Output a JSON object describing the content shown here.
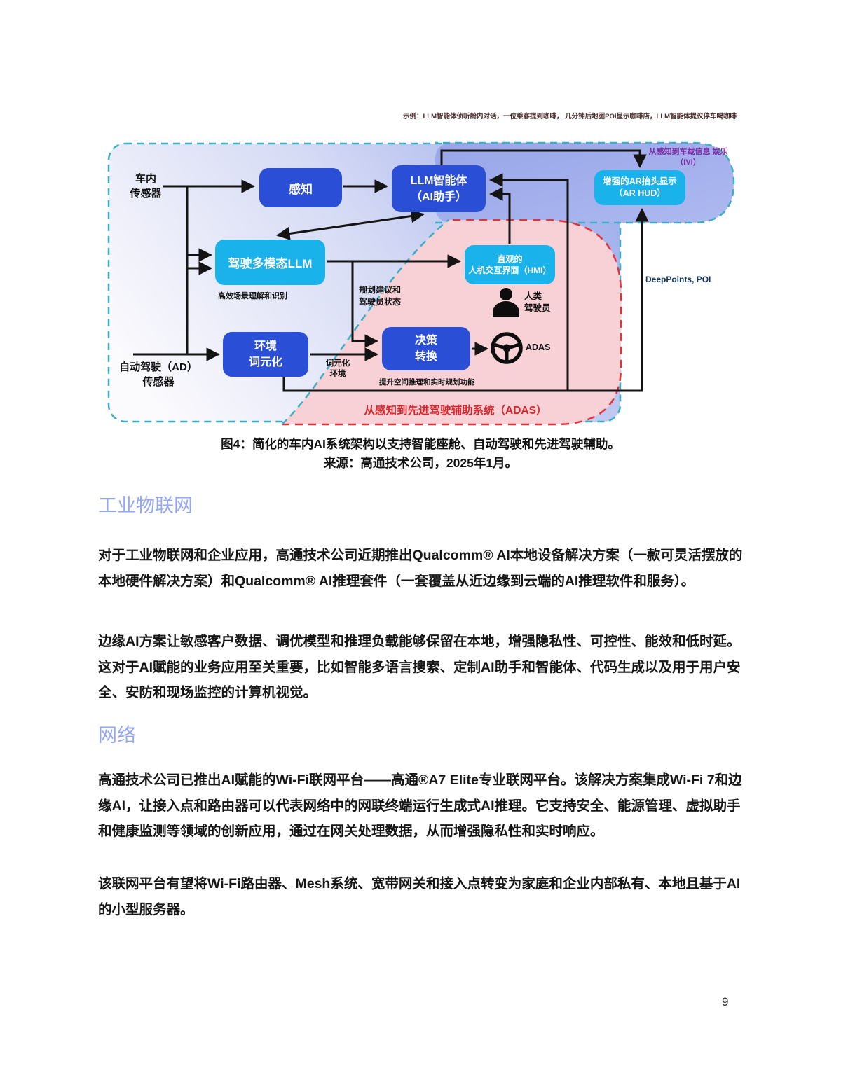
{
  "figure": {
    "note": {
      "line1": "示例：LLM智能体侦听舱内对话，一位乘客提到咖啡，",
      "line2": "几分钟后地图POI显示咖啡店，LLM智能体提议停车喝咖啡"
    },
    "regions": {
      "ivi": {
        "line1": "从感知到车载信息",
        "line2": "娱乐（IVI）"
      },
      "adas": {
        "label": "从感知到先进驾驶辅助系统（ADAS）"
      }
    },
    "nodes": {
      "perception": "感知",
      "llm_agent": {
        "line1": "LLM智能体",
        "line2": "（AI助手）"
      },
      "ar_hud": {
        "line1": "增强的AR抬头显示",
        "line2": "（AR HUD）"
      },
      "driving_llm": "驾驶多模态LLM",
      "hmi": {
        "line1": "直观的",
        "line2": "人机交互界面（HMI）"
      },
      "env_tokenization": {
        "line1": "环境",
        "line2": "词元化"
      },
      "decision": {
        "line1": "决策",
        "line2": "转换"
      }
    },
    "labels": {
      "in_cabin_sensors": {
        "line1": "车内",
        "line2": "传感器"
      },
      "ad_sensors": {
        "line1": "自动驾驶（AD）",
        "line2": "传感器"
      },
      "scene_understanding": "高效场景理解和识别",
      "planning": {
        "line1": "规划建议和",
        "line2": "驾驶员状态"
      },
      "tokenized_env": {
        "line1": "词元化",
        "line2": "环境"
      },
      "spatial_reasoning": "提升空间推理和实时规划功能",
      "human_driver": {
        "line1": "人类",
        "line2": "驾驶员"
      },
      "adas": "ADAS",
      "deeppoints": {
        "line1": "DeepPoints,",
        "line2": "POI"
      }
    },
    "caption": {
      "line1": "图4：简化的车内AI系统架构以支持智能座舱、自动驾驶和先进驾驶辅助。",
      "line2": "来源：高通技术公司，2025年1月。"
    }
  },
  "sections": {
    "iiot": {
      "heading": "工业物联网",
      "p1": "对于工业物联网和企业应用，高通技术公司近期推出Qualcomm® AI本地设备解决方案（一款可灵活摆放的本地硬件解决方案）和Qualcomm® AI推理套件（一套覆盖从近边缘到云端的AI推理软件和服务）。",
      "p2": "边缘AI方案让敏感客户数据、调优模型和推理负载能够保留在本地，增强隐私性、可控性、能效和低时延。这对于AI赋能的业务应用至关重要，比如智能多语言搜索、定制AI助手和智能体、代码生成以及用于用户安全、安防和现场监控的计算机视觉。"
    },
    "network": {
      "heading": "网络",
      "p1": "高通技术公司已推出AI赋能的Wi-Fi联网平台——高通®A7 Elite专业联网平台。该解决方案集成Wi-Fi 7和边缘AI，让接入点和路由器可以代表网络中的网联终端运行生成式AI推理。它支持安全、能源管理、虚拟助手和健康监测等领域的创新应用，通过在网关处理数据，从而增强隐私性和实时响应。",
      "p2": "该联网平台有望将Wi-Fi路由器、Mesh系统、宽带网关和接入点转变为家庭和企业内部私有、本地且基于AI的小型服务器。"
    }
  },
  "page_number": "9",
  "colors": {
    "node_blue": "#2b4ed6",
    "node_cyan": "#19b2ea",
    "ivi_fill": "#9fadea",
    "pink_fill": "#f7d1d6",
    "teal_dash": "#3aafc4",
    "red_dash": "#e53238",
    "heading_blue": "#93a6f5",
    "purple_label": "#7b2aa4",
    "navy_label": "#16355e",
    "red_label": "#d6252c"
  }
}
